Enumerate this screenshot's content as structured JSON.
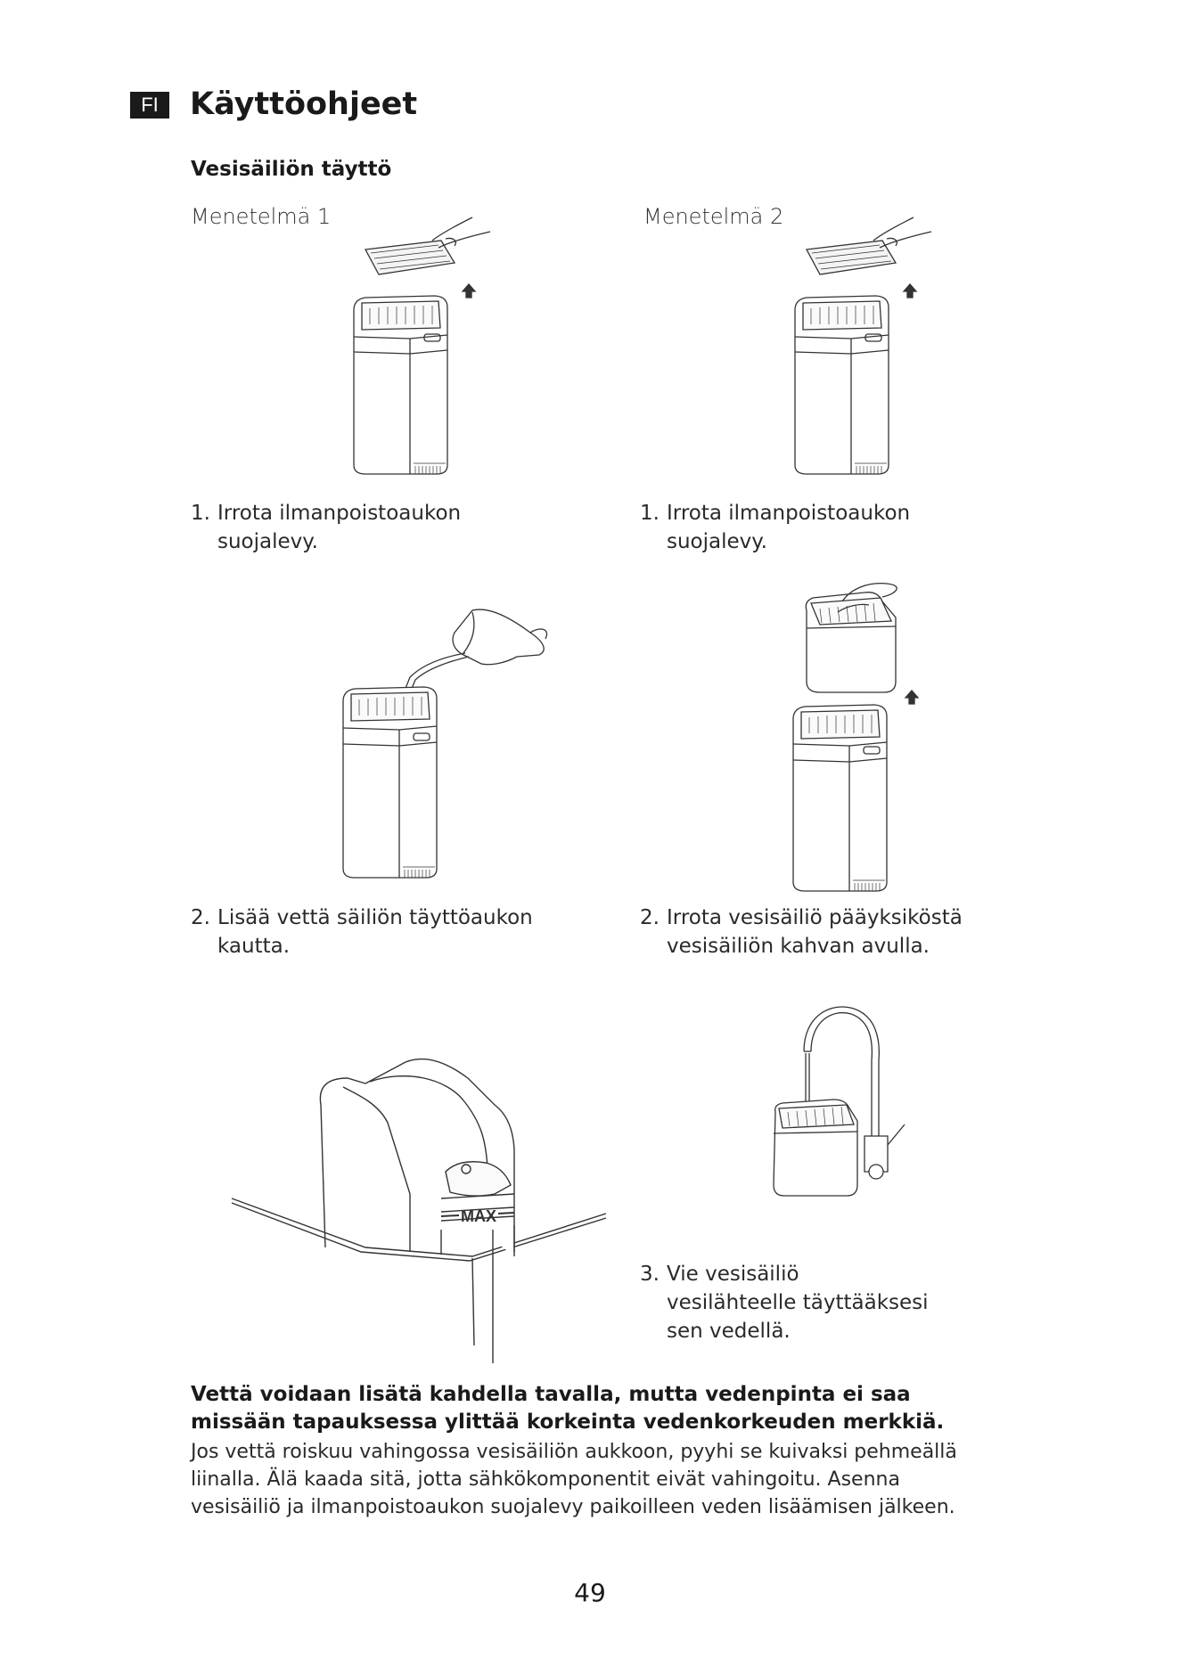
{
  "header": {
    "language_badge": "FI",
    "title": "Käyttöohjeet"
  },
  "section": {
    "title": "Vesisäiliön täyttö"
  },
  "methods": [
    {
      "label": "Menetelmä 1",
      "steps": [
        {
          "number": "1.",
          "text": "Irrota ilmanpoistoaukon suojalevy."
        },
        {
          "number": "2.",
          "text": "Lisää vettä säiliön täyttöaukon kautta."
        }
      ]
    },
    {
      "label": "Menetelmä 2",
      "steps": [
        {
          "number": "1.",
          "text": "Irrota ilmanpoistoaukon suojalevy."
        },
        {
          "number": "2.",
          "text": "Irrota vesisäiliö pääyksiköstä vesisäiliön kahvan avulla."
        },
        {
          "number": "3.",
          "text": "Vie vesisäiliö vesilähteelle täyttääksesi sen vedellä."
        }
      ]
    }
  ],
  "illustrations": {
    "max_label": "MAX",
    "icons": [
      "remove-cover-icon",
      "pour-water-icon",
      "max-level-detail-icon",
      "lift-tank-icon",
      "faucet-fill-icon"
    ]
  },
  "note": {
    "bold": "Vettä voidaan lisätä kahdella tavalla, mutta vedenpinta ei saa missään tapauksessa ylittää korkeinta vedenkorkeuden merkkiä.",
    "text": "Jos vettä roiskuu vahingossa vesisäiliön aukkoon, pyyhi se kuivaksi pehmeällä liinalla. Älä kaada sitä, jotta sähkökomponentit eivät vahingoitu. Asenna vesisäiliö ja ilmanpoistoaukon suojalevy paikoilleen veden lisäämisen jälkeen."
  },
  "page_number": "49"
}
